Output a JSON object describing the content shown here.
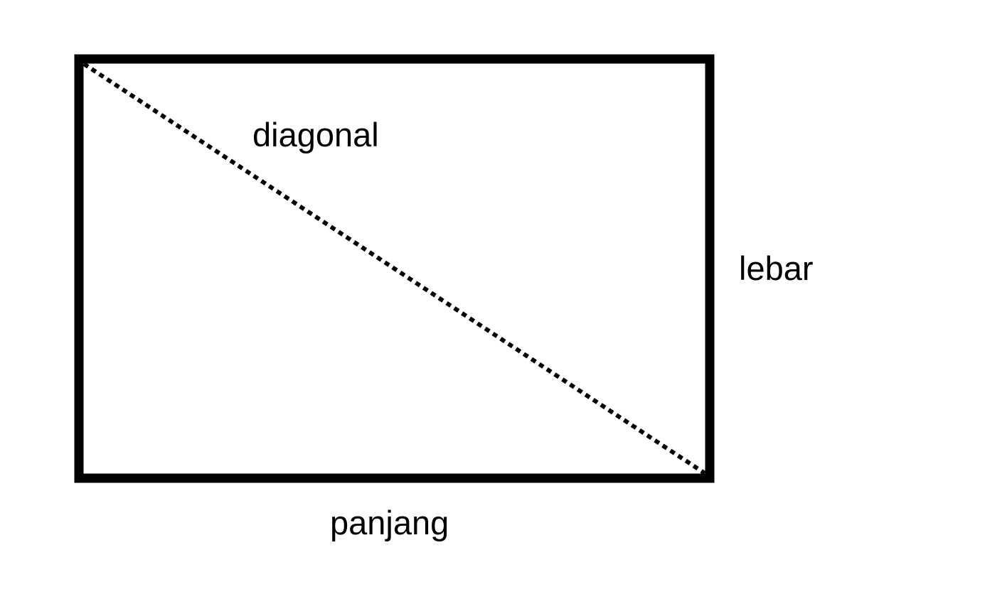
{
  "diagram": {
    "labels": {
      "diagonal": "diagonal",
      "width": "lebar",
      "length": "panjang"
    },
    "colors": {
      "stroke": "#000000",
      "background": "#ffffff"
    }
  }
}
